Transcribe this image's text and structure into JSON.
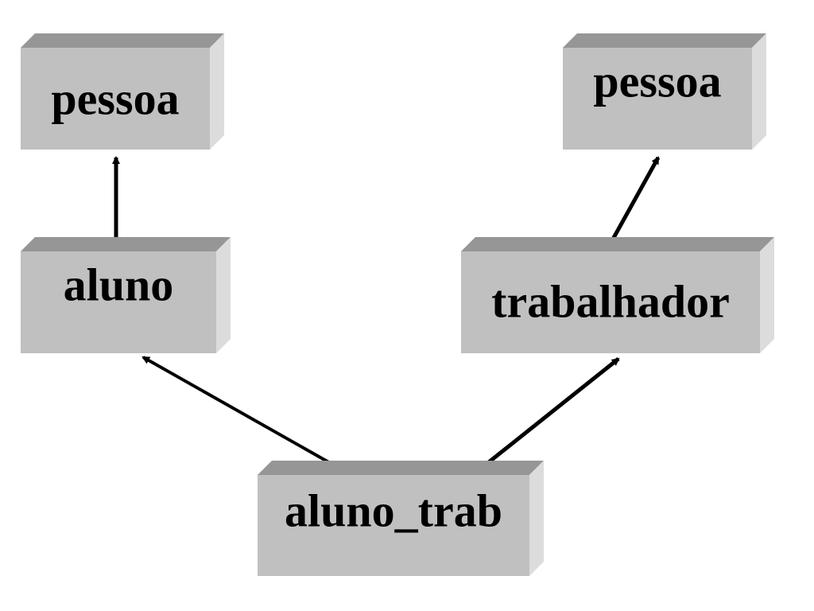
{
  "colors": {
    "box_front": "#c0c0c0",
    "box_top": "#969696",
    "box_side": "#dcdcdc",
    "arrow": "#000000",
    "text": "#000000",
    "background": "#ffffff"
  },
  "nodes": {
    "pessoa_left": {
      "label": "pessoa"
    },
    "pessoa_right": {
      "label": "pessoa"
    },
    "aluno": {
      "label": "aluno"
    },
    "trabalhador": {
      "label": "trabalhador"
    },
    "aluno_trab": {
      "label": "aluno_trab"
    }
  },
  "edges": [
    {
      "from": "aluno",
      "to": "pessoa_left"
    },
    {
      "from": "trabalhador",
      "to": "pessoa_right"
    },
    {
      "from": "aluno_trab",
      "to": "aluno"
    },
    {
      "from": "aluno_trab",
      "to": "trabalhador"
    }
  ]
}
